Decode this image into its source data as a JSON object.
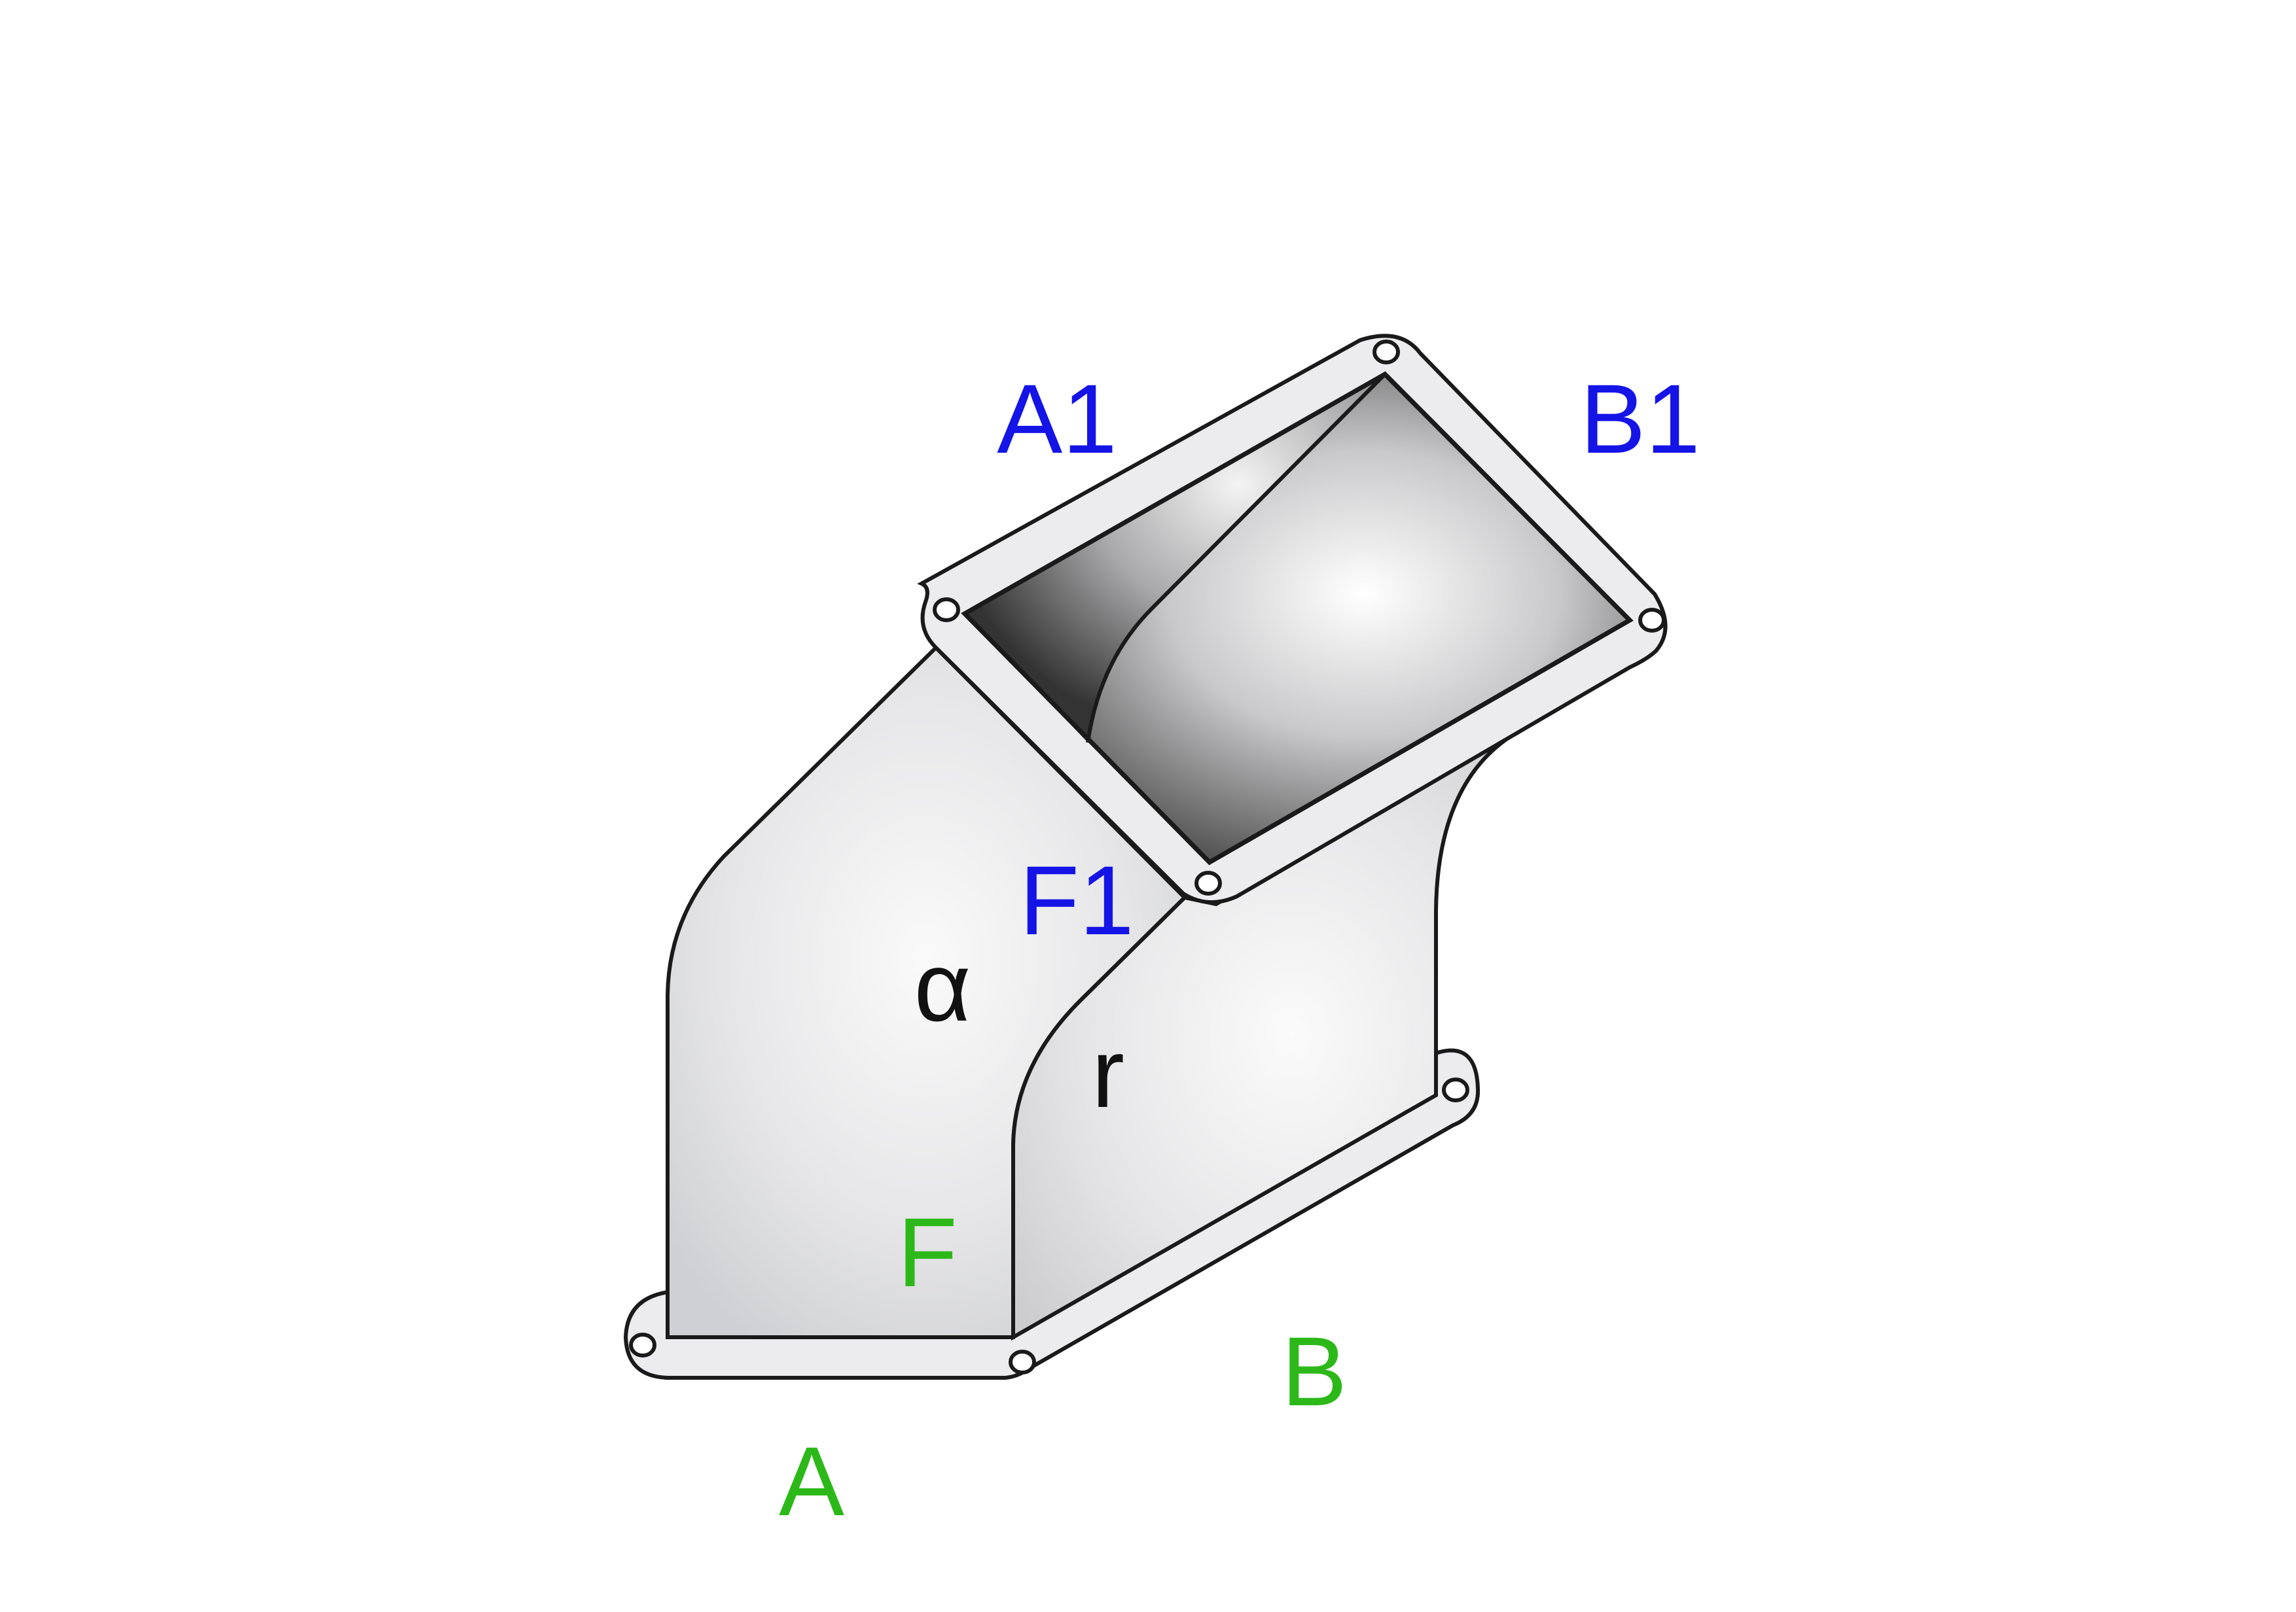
{
  "labels": {
    "a1": "A1",
    "b1": "B1",
    "f1": "F1",
    "alpha": "α",
    "r": "r",
    "f": "F",
    "a": "A",
    "b": "B"
  },
  "colors": {
    "outlet_dimension": "#1414e6",
    "inlet_dimension": "#2db81a",
    "geometry_label": "#111111",
    "outline": "#1a1a1a",
    "sheet_metal": "#e4e4e6",
    "flange": "#ececee"
  }
}
